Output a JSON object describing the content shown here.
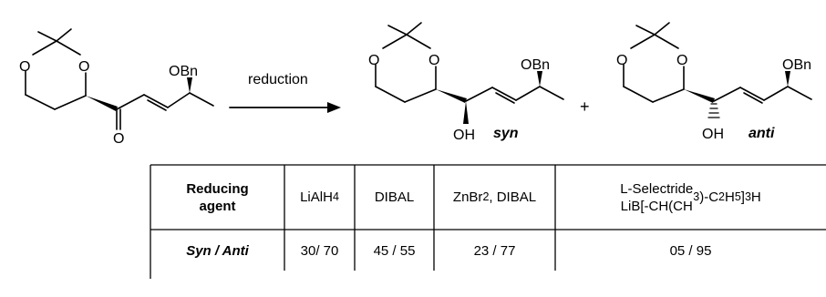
{
  "scheme": {
    "arrow_label": "reduction",
    "plus": "+",
    "substituents": {
      "obn": "OBn",
      "o": "O",
      "oh": "OH"
    },
    "products": [
      {
        "label": "syn"
      },
      {
        "label": "anti"
      }
    ]
  },
  "table": {
    "row_headers": [
      {
        "lines": [
          "Reducing",
          "agent"
        ]
      },
      {
        "lines": [
          "Syn / Anti"
        ]
      }
    ],
    "reagents": [
      {
        "html": "LiAlH<sub>4</sub>",
        "ratio": "30/ 70"
      },
      {
        "html": "DIBAL",
        "ratio": "45 / 55"
      },
      {
        "html": "ZnBr<sub>2</sub>, DIBAL",
        "ratio": "23 / 77"
      },
      {
        "html": "L-Selectride<br>LiB[-CH(CH<sub>3</sub>)-C<sub>2</sub>H<sub>5</sub>]<sub>3</sub>H",
        "ratio": "05 / 95"
      }
    ]
  }
}
